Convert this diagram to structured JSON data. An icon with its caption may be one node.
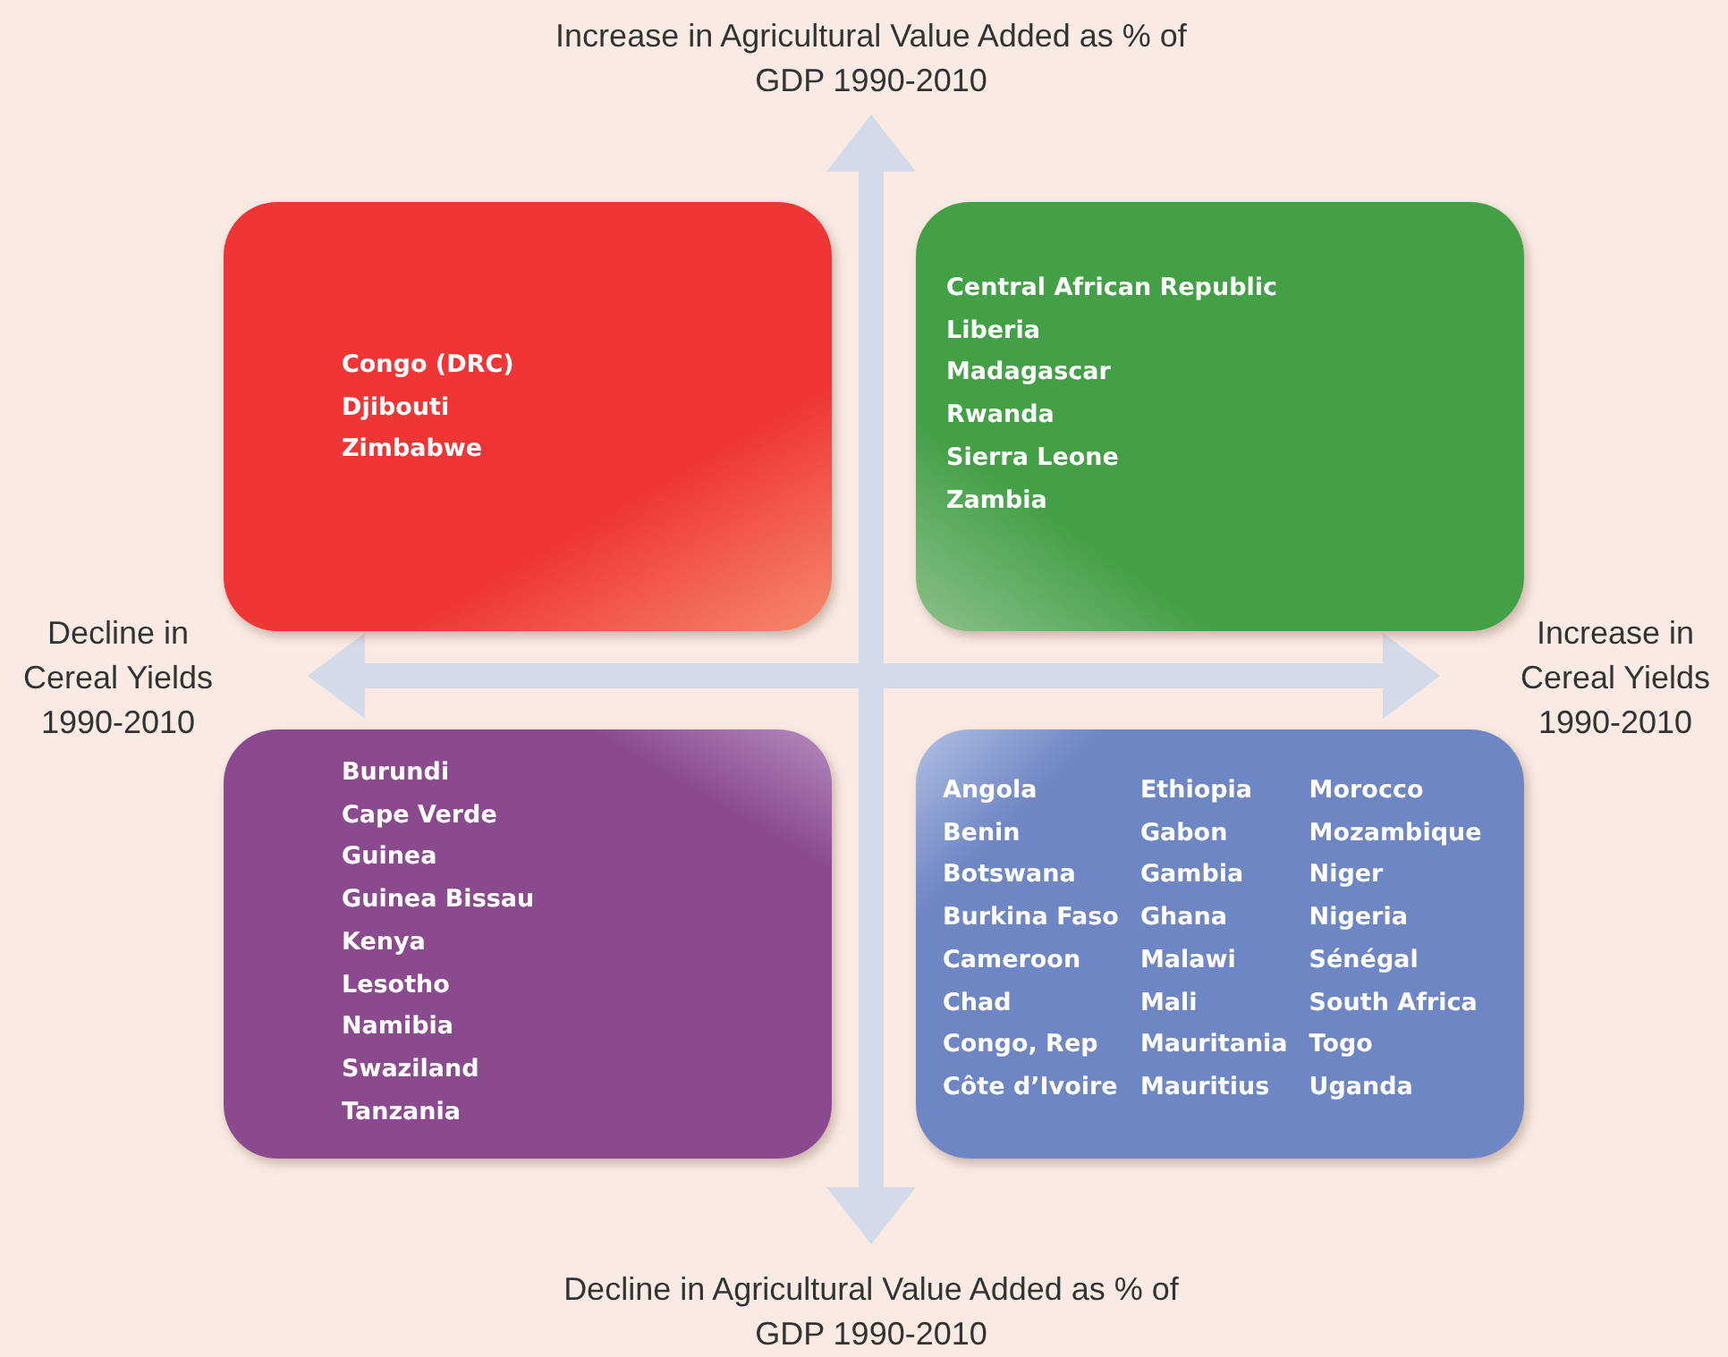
{
  "diagram": {
    "nodes": [
      {
        "text": [
          "Congo (DRC)",
          "Djibouti",
          "Zimbabwe"
        ]
      },
      {
        "text": [
          "Central African Republic",
          "Liberia",
          "Madagascar",
          "Rwanda",
          "Sierra Leone",
          "Zambia"
        ]
      },
      {
        "text": [
          "Burundi",
          "Cape Verde",
          "Guinea",
          "Guinea Bissau",
          "Kenya",
          "Lesotho",
          "Namibia",
          "Swaziland",
          "Tanzania"
        ]
      },
      {
        "text": [
          "Angola",
          "Benin",
          "Botswana",
          "Burkina Faso",
          "Cameroon",
          "Chad",
          "Congo, Rep",
          "Côte d’Ivoire",
          "Ethiopia",
          "Gabon",
          "Gambia",
          "Ghana",
          "Malawi",
          "Mali",
          "Mauritania",
          "Mauritius",
          "Morocco",
          "Mozambique",
          "Niger",
          "Nigeria",
          "Sénégal",
          "South Africa",
          "Togo",
          "Uganda"
        ]
      }
    ],
    "edges": [],
    "labels": [
      "Increase in Agricultural Value Added as % of GDP 1990-2010",
      "Decline in Cereal Yields 1990-2010",
      "Increase in Cereal Yields 1990-2010",
      "Decline in Agricultural Value Added as % of GDP 1990-2010"
    ]
  }
}
